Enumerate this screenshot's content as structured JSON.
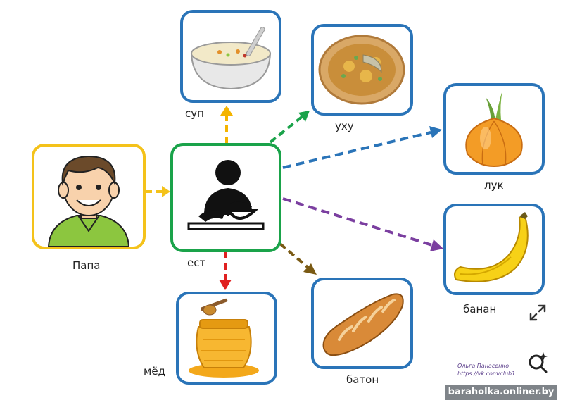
{
  "center": {
    "label": "ест",
    "icon": "person-eating-icon",
    "border_color": "#1aa34a"
  },
  "subject": {
    "label": "Папа",
    "icon": "dad-face-icon",
    "border_color": "#f4c21a"
  },
  "items": [
    {
      "key": "soup",
      "label": "суп",
      "icon": "soup-bowl-icon",
      "arrow_color": "#f4b400"
    },
    {
      "key": "fish-soup",
      "label": "уху",
      "icon": "fish-soup-plate-icon",
      "arrow_color": "#1aa34a"
    },
    {
      "key": "onion",
      "label": "лук",
      "icon": "onion-icon",
      "arrow_color": "#2a74b8"
    },
    {
      "key": "banana",
      "label": "банан",
      "icon": "banana-icon",
      "arrow_color": "#7b3fa0"
    },
    {
      "key": "loaf",
      "label": "батон",
      "icon": "bread-loaf-icon",
      "arrow_color": "#7a5a14"
    },
    {
      "key": "honey",
      "label": "мёд",
      "icon": "honey-pot-icon",
      "arrow_color": "#e02020"
    }
  ],
  "card_border_color": "#2a74b8",
  "watermark": {
    "author": "Ольга Панасенко",
    "link": "https://vk.com/club1...",
    "site": "baraholka.onliner.by"
  },
  "controls": {
    "expand_icon": "expand-icon",
    "lens_icon": "visual-search-icon"
  }
}
